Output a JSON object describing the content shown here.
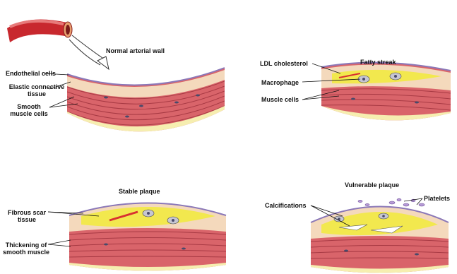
{
  "panels": {
    "normal": {
      "title": "Normal arterial wall",
      "labels": {
        "endothelial": "Endothelial cells",
        "elastic_1": "Elastic connective",
        "elastic_2": "tissue",
        "smooth_1": "Smooth",
        "smooth_2": "muscle cells"
      }
    },
    "fatty": {
      "title": "Fatty streak",
      "labels": {
        "ldl": "LDL cholesterol",
        "macrophage": "Macrophage",
        "muscle": "Muscle cells"
      }
    },
    "stable": {
      "title": "Stable plaque",
      "labels": {
        "fibrous_1": "Fibrous scar",
        "fibrous_2": "tissue",
        "thick_1": "Thickening of",
        "thick_2": "smooth muscle"
      }
    },
    "vulnerable": {
      "title": "Vulnerable plaque",
      "labels": {
        "calc": "Calcifications",
        "platelets": "Platelets"
      }
    }
  },
  "colors": {
    "muscle": "#d9646a",
    "muscle_stripe": "#a83a44",
    "elastic": "#f4d9bc",
    "endothelium": "#8b78b8",
    "plaque": "#f2e84e",
    "adventitia": "#f6eeb0",
    "vessel": "#c8282e",
    "cell_fill": "#c6c6d2",
    "nucleus": "#4a4a6a"
  }
}
